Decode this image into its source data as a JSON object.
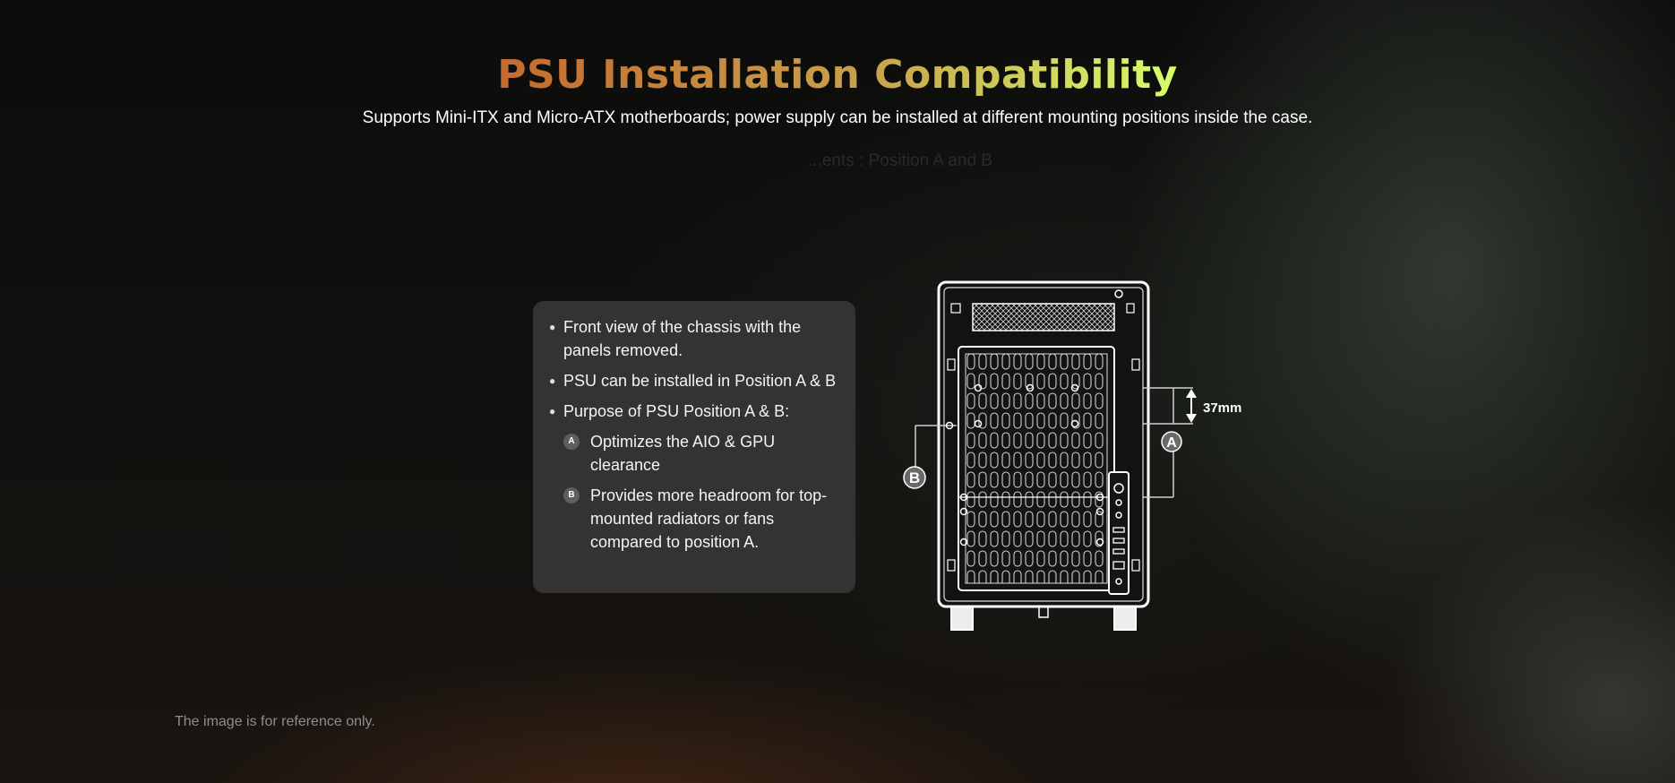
{
  "header": {
    "title": "PSU Installation Compatibility",
    "subtitle": "Supports Mini-ITX and Micro-ATX motherboards; power supply can be installed at different mounting positions inside the case.",
    "faded_caption": "...ents : Position A and B"
  },
  "info_card": {
    "bullets": [
      "Front view of the chassis with the panels removed.",
      "PSU can be installed in Position A & B",
      "Purpose of PSU Position A & B:"
    ],
    "sub_items": [
      {
        "badge": "A",
        "text": "Optimizes the AIO & GPU clearance"
      },
      {
        "badge": "B",
        "text": "Provides more headroom for top-mounted radiators or fans compared to position A."
      }
    ]
  },
  "diagram": {
    "measurement": "37mm",
    "label_a": "A",
    "label_b": "B",
    "icon": "chassis-front-view-line-drawing"
  },
  "footer": {
    "note": "The image is for reference only."
  },
  "colors": {
    "title_gradient_start": "#c46a30",
    "title_gradient_end": "#d8ff6a",
    "card_background": "#333333",
    "background": "#0f0f0e"
  }
}
